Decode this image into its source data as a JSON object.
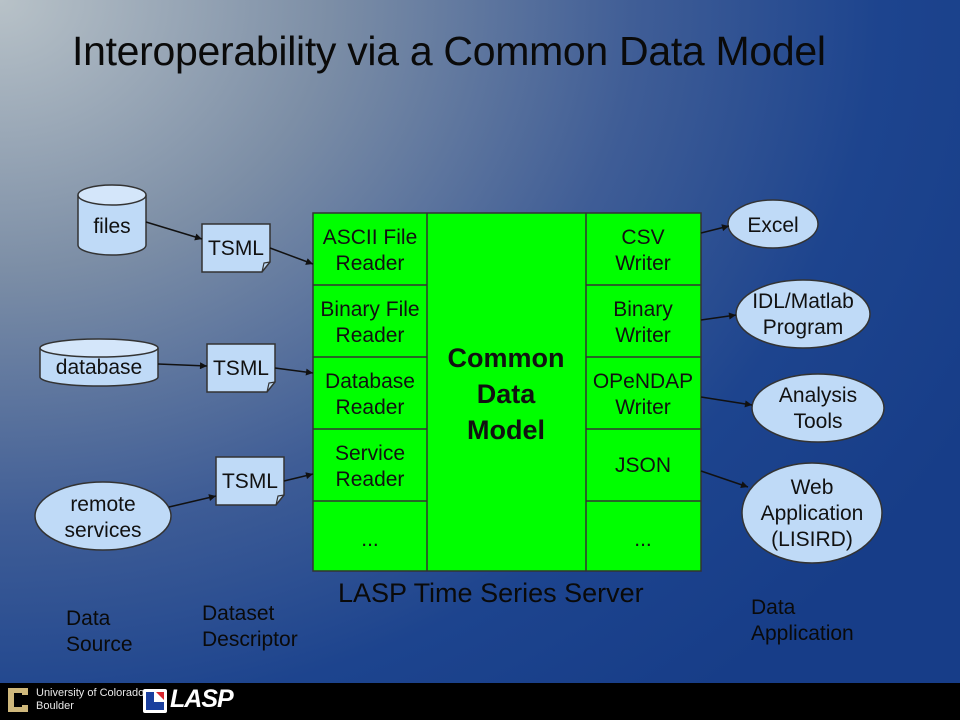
{
  "title": "Interoperability via a Common Data Model",
  "sources": {
    "files": "files",
    "database": "database",
    "remote": [
      "remote",
      "services"
    ]
  },
  "descriptors": [
    "TSML",
    "TSML",
    "TSML"
  ],
  "readers": [
    [
      "ASCII File",
      "Reader"
    ],
    [
      "Binary File",
      "Reader"
    ],
    [
      "Database",
      "Reader"
    ],
    [
      "Service",
      "Reader"
    ],
    [
      "..."
    ]
  ],
  "common": [
    "Common",
    "Data",
    "Model"
  ],
  "writers": [
    [
      "CSV",
      "Writer"
    ],
    [
      "Binary",
      "Writer"
    ],
    [
      "OPeNDAP",
      "Writer"
    ],
    [
      "JSON"
    ],
    [
      "..."
    ]
  ],
  "applications": [
    [
      "Excel"
    ],
    [
      "IDL/Matlab",
      "Program"
    ],
    [
      "Analysis",
      "Tools"
    ],
    [
      "Web",
      "Application",
      "(LISIRD)"
    ]
  ],
  "server_label": "LASP Time Series Server",
  "bottom_labels": {
    "source": [
      "Data",
      "Source"
    ],
    "descriptor": [
      "Dataset",
      "Descriptor"
    ],
    "application": [
      "Data",
      "Application"
    ]
  },
  "footer": {
    "university": [
      "University of Colorado",
      "Boulder"
    ],
    "lasp": "LASP"
  },
  "colors": {
    "green": "#00ff00",
    "node_fill": "#bfdaf7",
    "footer": "#000000",
    "cu_gold": "#cfb87c"
  }
}
